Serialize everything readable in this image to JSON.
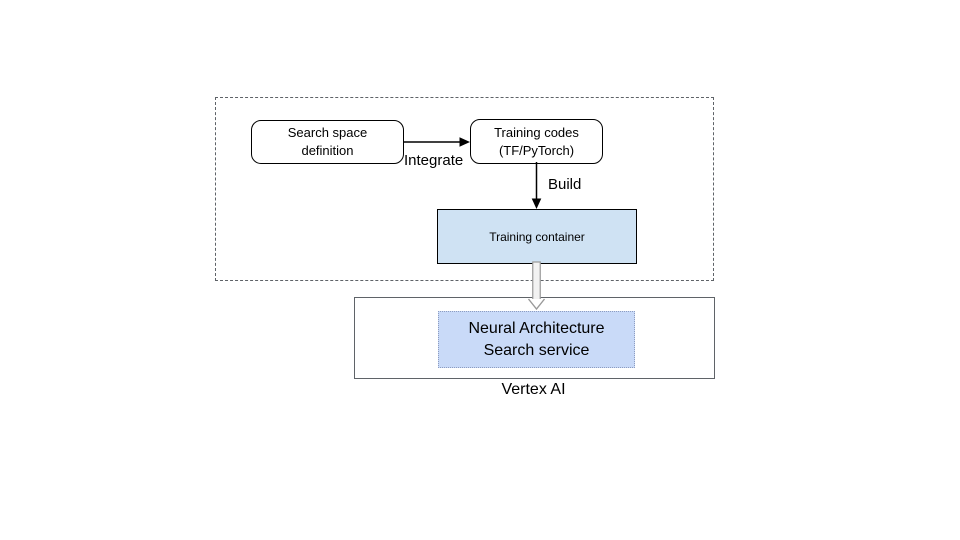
{
  "diagram": {
    "pipeline_group": {
      "search_space_box": {
        "lines": [
          "Search space",
          "definition"
        ]
      },
      "training_codes_box": {
        "lines": [
          "Training codes",
          "(TF/PyTorch)"
        ]
      },
      "integrate_label": "Integrate",
      "build_label": "Build",
      "training_container_box": {
        "label": "Training container"
      }
    },
    "vertex_ai_group": {
      "nas_service_box": {
        "lines": [
          "Neural Architecture",
          "Search service"
        ]
      },
      "platform_label": "Vertex AI"
    },
    "colors": {
      "background": "#ffffff",
      "training_container_fill": "#cfe2f3",
      "nas_service_fill": "#c9daf8",
      "process_box_border": "#000000",
      "group_border_gray": "#5f6368",
      "connector_black": "#000000",
      "thick_arrow_fill": "#f2f2f2",
      "thick_arrow_stroke": "#999999"
    }
  }
}
